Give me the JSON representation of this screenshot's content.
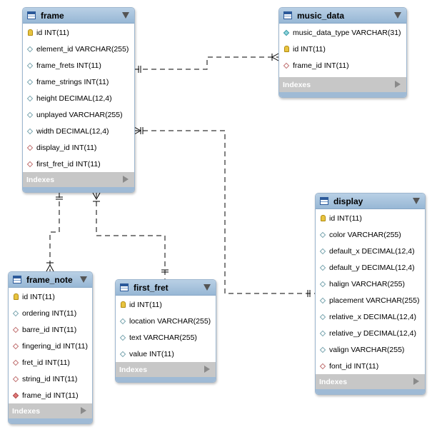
{
  "diagram": {
    "indexes_label": "Indexes",
    "entities": {
      "frame": {
        "name": "frame",
        "columns": [
          {
            "text": "id INT(11)",
            "icon": "primary-key-icon"
          },
          {
            "text": "element_id VARCHAR(255)",
            "icon": "column-diamond-icon"
          },
          {
            "text": "frame_frets INT(11)",
            "icon": "column-diamond-icon"
          },
          {
            "text": "frame_strings INT(11)",
            "icon": "column-diamond-icon"
          },
          {
            "text": "height DECIMAL(12,4)",
            "icon": "column-diamond-icon"
          },
          {
            "text": "unplayed VARCHAR(255)",
            "icon": "column-diamond-icon"
          },
          {
            "text": "width DECIMAL(12,4)",
            "icon": "column-diamond-icon"
          },
          {
            "text": "display_id INT(11)",
            "icon": "foreign-key-diamond-icon"
          },
          {
            "text": "first_fret_id INT(11)",
            "icon": "foreign-key-diamond-icon"
          }
        ]
      },
      "music_data": {
        "name": "music_data",
        "columns": [
          {
            "text": "music_data_type VARCHAR(31)",
            "icon": "not-null-column-diamond-icon"
          },
          {
            "text": "id INT(11)",
            "icon": "primary-key-icon"
          },
          {
            "text": "frame_id INT(11)",
            "icon": "foreign-key-diamond-icon"
          }
        ]
      },
      "display": {
        "name": "display",
        "columns": [
          {
            "text": "id INT(11)",
            "icon": "primary-key-icon"
          },
          {
            "text": "color VARCHAR(255)",
            "icon": "column-diamond-icon"
          },
          {
            "text": "default_x DECIMAL(12,4)",
            "icon": "column-diamond-icon"
          },
          {
            "text": "default_y DECIMAL(12,4)",
            "icon": "column-diamond-icon"
          },
          {
            "text": "halign VARCHAR(255)",
            "icon": "column-diamond-icon"
          },
          {
            "text": "placement VARCHAR(255)",
            "icon": "column-diamond-icon"
          },
          {
            "text": "relative_x DECIMAL(12,4)",
            "icon": "column-diamond-icon"
          },
          {
            "text": "relative_y DECIMAL(12,4)",
            "icon": "column-diamond-icon"
          },
          {
            "text": "valign VARCHAR(255)",
            "icon": "column-diamond-icon"
          },
          {
            "text": "font_id INT(11)",
            "icon": "foreign-key-diamond-icon"
          }
        ]
      },
      "frame_note": {
        "name": "frame_note",
        "columns": [
          {
            "text": "id INT(11)",
            "icon": "primary-key-icon"
          },
          {
            "text": "ordering INT(11)",
            "icon": "column-diamond-icon"
          },
          {
            "text": "barre_id INT(11)",
            "icon": "foreign-key-diamond-icon"
          },
          {
            "text": "fingering_id INT(11)",
            "icon": "foreign-key-diamond-icon"
          },
          {
            "text": "fret_id INT(11)",
            "icon": "foreign-key-diamond-icon"
          },
          {
            "text": "string_id INT(11)",
            "icon": "foreign-key-diamond-icon"
          },
          {
            "text": "frame_id INT(11)",
            "icon": "not-null-foreign-key-diamond-icon"
          }
        ]
      },
      "first_fret": {
        "name": "first_fret",
        "columns": [
          {
            "text": "id INT(11)",
            "icon": "primary-key-icon"
          },
          {
            "text": "location VARCHAR(255)",
            "icon": "column-diamond-icon"
          },
          {
            "text": "text VARCHAR(255)",
            "icon": "column-diamond-icon"
          },
          {
            "text": "value INT(11)",
            "icon": "column-diamond-icon"
          }
        ]
      }
    }
  }
}
